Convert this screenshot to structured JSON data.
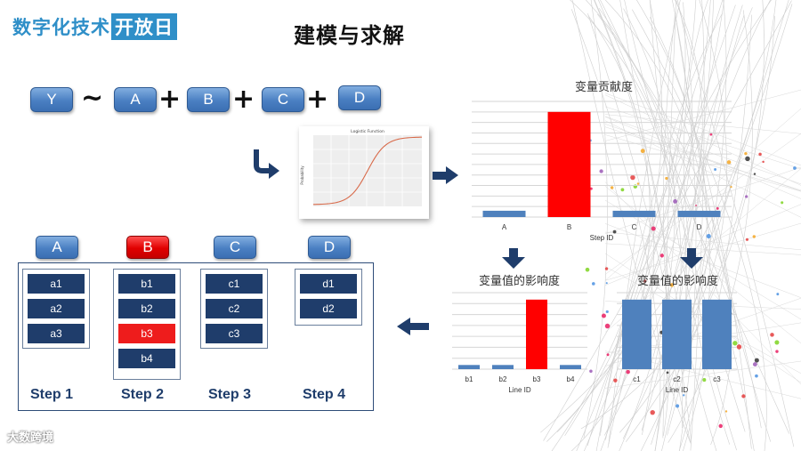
{
  "header": {
    "logo_part1": "数字化技术",
    "logo_part2": "开放日",
    "title": "建模与求解"
  },
  "equation": {
    "lhs": "Y",
    "tilde": "~",
    "plus": "+",
    "terms": [
      "A",
      "B",
      "C",
      "D"
    ]
  },
  "logistic_plot": {
    "title": "Logistic Function",
    "ylabel": "Probability"
  },
  "steps": [
    {
      "head": "A",
      "label": "Step 1",
      "levels": [
        "a1",
        "a2",
        "a3"
      ],
      "highlight_head": false,
      "highlight_level": -1
    },
    {
      "head": "B",
      "label": "Step 2",
      "levels": [
        "b1",
        "b2",
        "b3",
        "b4"
      ],
      "highlight_head": true,
      "highlight_level": 2
    },
    {
      "head": "C",
      "label": "Step 3",
      "levels": [
        "c1",
        "c2",
        "c3"
      ],
      "highlight_head": false,
      "highlight_level": -1
    },
    {
      "head": "D",
      "label": "Step 4",
      "levels": [
        "d1",
        "d2"
      ],
      "highlight_head": false,
      "highlight_level": -1
    }
  ],
  "colors": {
    "accent_blue": "#4f81bd",
    "highlight_red": "#ff0000",
    "navy": "#1f3d6b",
    "logo_blue": "#2f8fc8"
  },
  "chart_data": [
    {
      "type": "bar",
      "title": "变量贡献度",
      "xlabel": "Step ID",
      "categories": [
        "A",
        "B",
        "C",
        "D"
      ],
      "values": [
        6,
        100,
        6,
        6
      ],
      "highlight": [
        false,
        true,
        false,
        false
      ],
      "ylim": [
        0,
        110
      ]
    },
    {
      "type": "bar",
      "title": "变量值的影响度",
      "xlabel": "Line ID",
      "categories": [
        "b1",
        "b2",
        "b3",
        "b4"
      ],
      "values": [
        6,
        6,
        100,
        6
      ],
      "highlight": [
        false,
        false,
        true,
        false
      ],
      "ylim": [
        0,
        110
      ]
    },
    {
      "type": "bar",
      "title": "变量值的影响度",
      "xlabel": "Line ID",
      "categories": [
        "c1",
        "c2",
        "c3"
      ],
      "values": [
        100,
        100,
        100
      ],
      "highlight": [
        false,
        false,
        false
      ],
      "ylim": [
        0,
        110
      ]
    }
  ],
  "footer": {
    "brand": "大数跨境"
  }
}
